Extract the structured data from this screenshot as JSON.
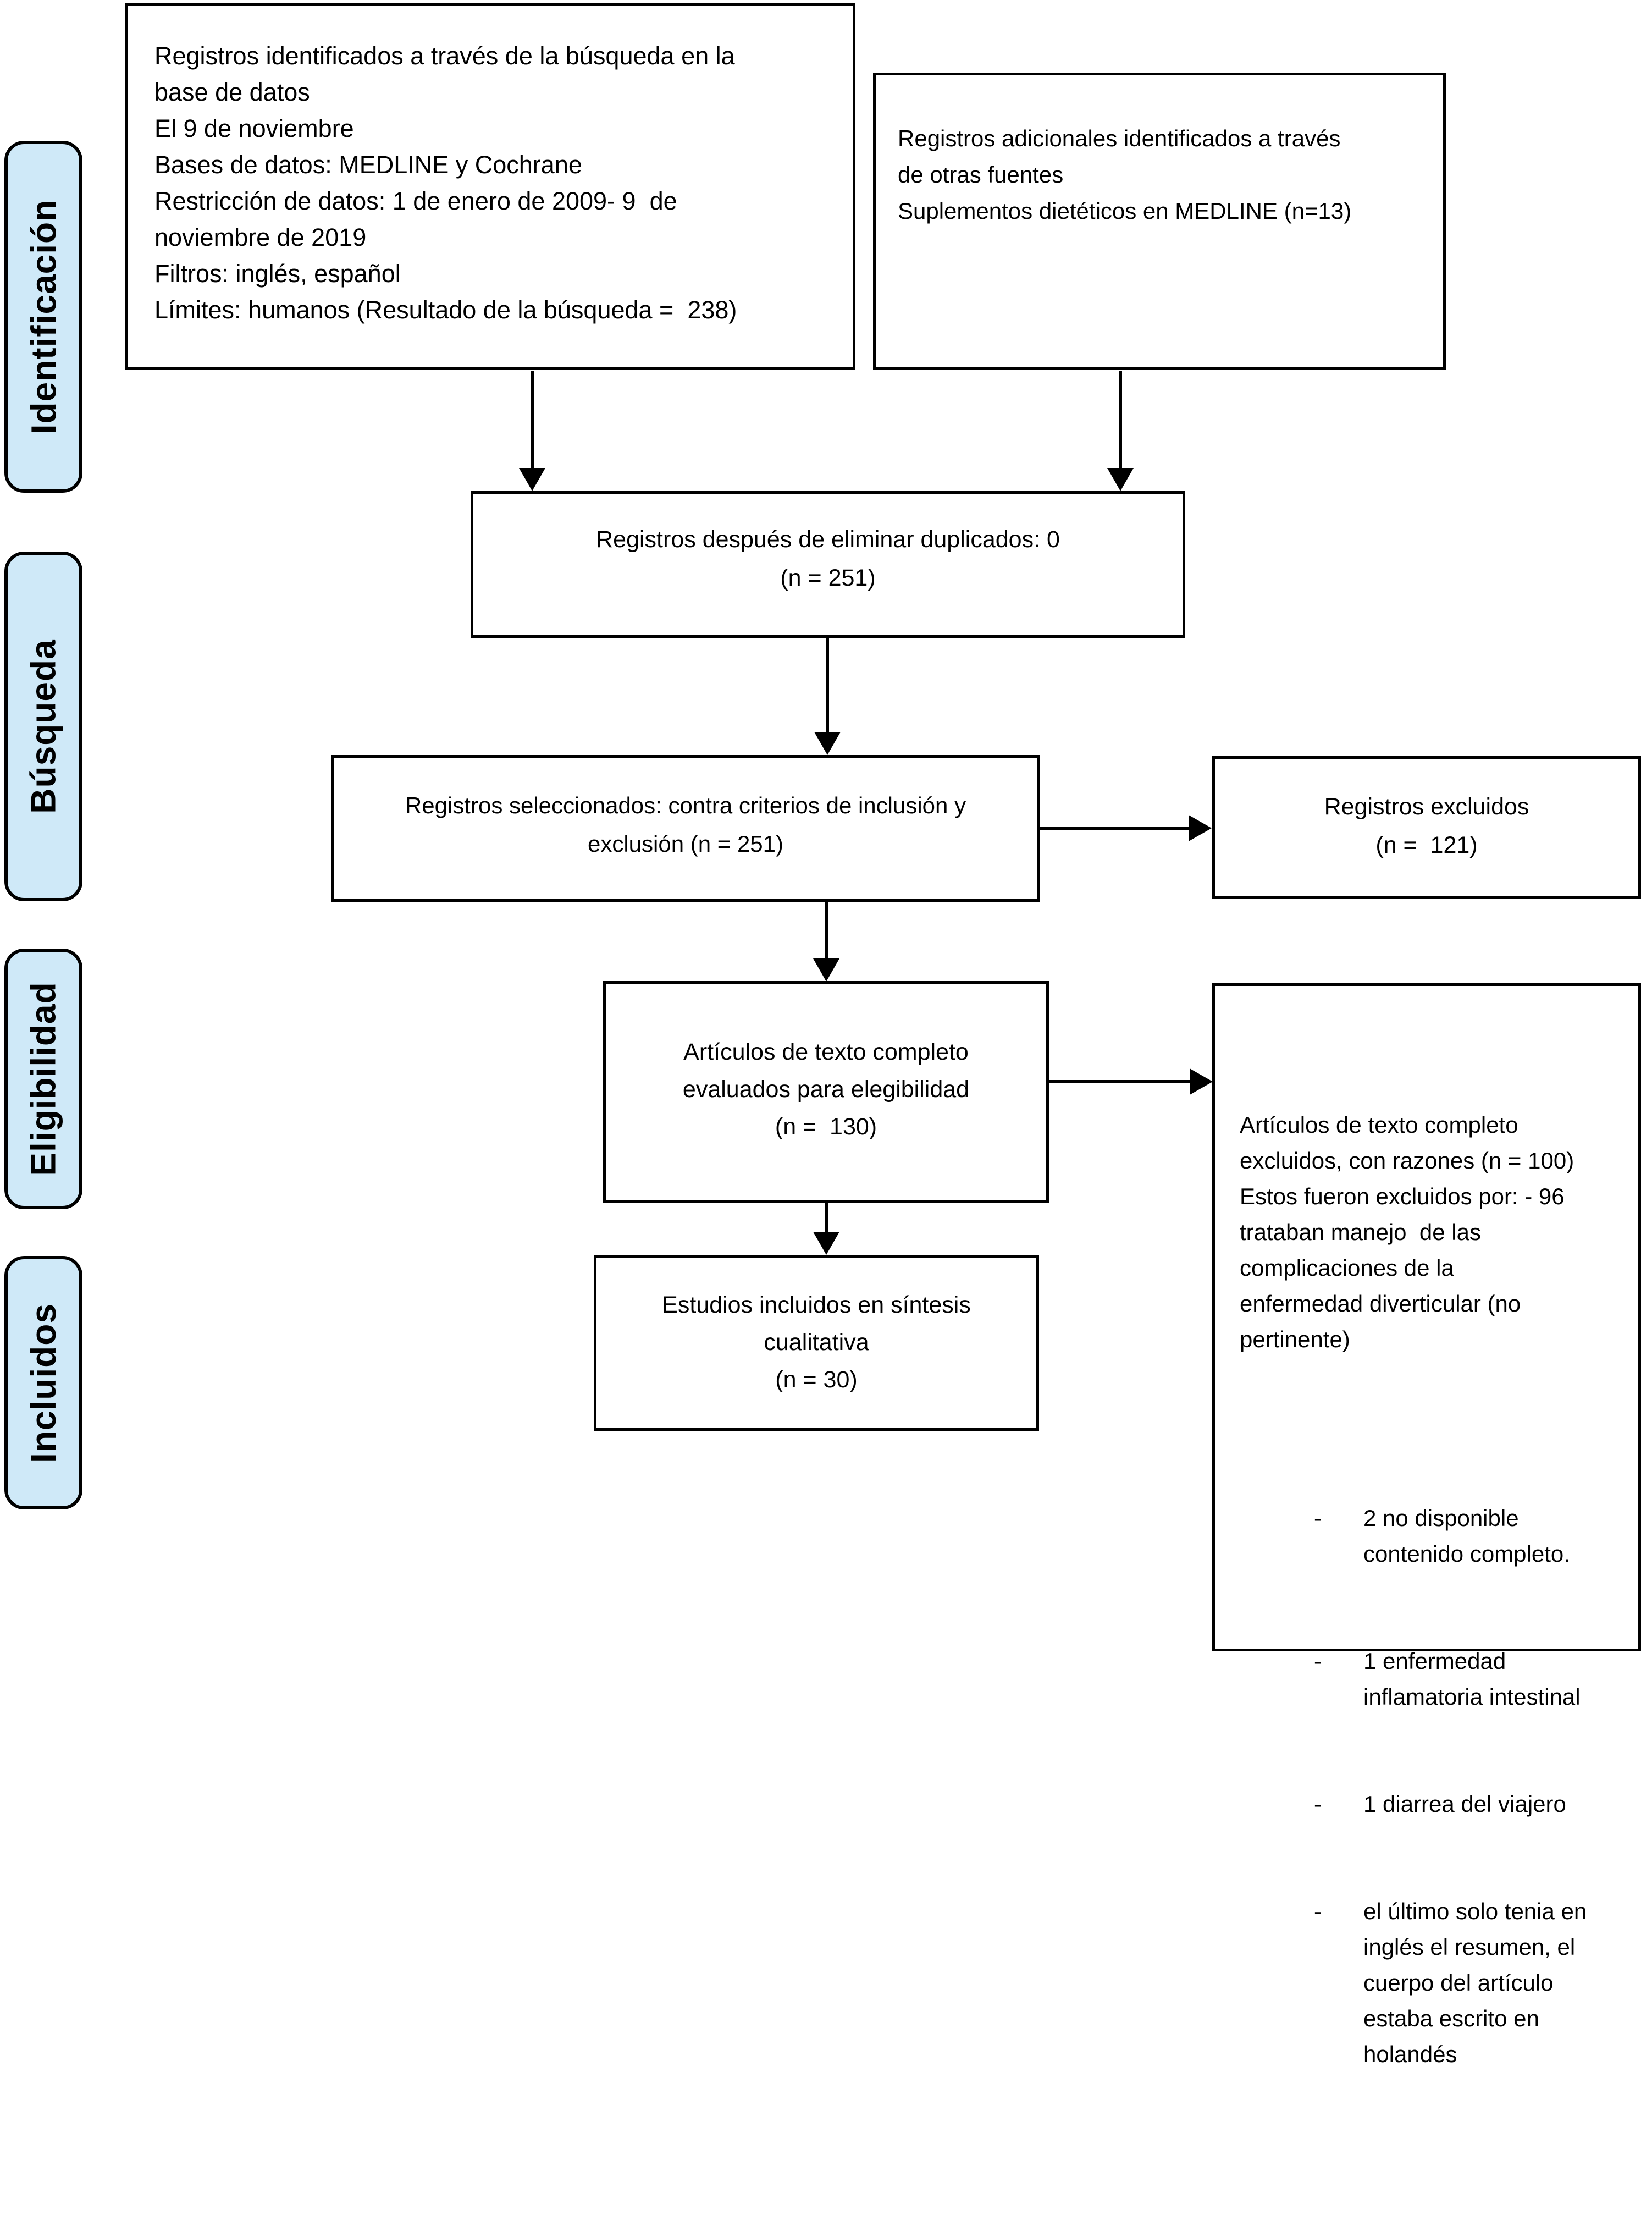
{
  "title": "Diagrama de flujo PRISMA de selección de estudios",
  "colors": {
    "stage_fill": "#cfe9f8",
    "box_border": "#000000",
    "background": "#ffffff"
  },
  "stages": [
    {
      "label": "Identificación"
    },
    {
      "label": "Búsqueda"
    },
    {
      "label": "Eligibilidad"
    },
    {
      "label": "Incluidos"
    }
  ],
  "boxes": {
    "identified_db": "Registros identificados a través de la búsqueda en la\nbase de datos\nEl 9 de noviembre\nBases de datos: MEDLINE y Cochrane\nRestricción de datos: 1 de enero de 2009- 9  de\nnoviembre de 2019\nFiltros: inglés, español\nLímites: humanos (Resultado de la búsqueda =  238)",
    "additional_sources": "Registros adicionales identificados a través\nde otras fuentes\nSuplementos dietéticos en MEDLINE (n=13)",
    "after_duplicates": "Registros después de eliminar duplicados: 0\n(n = 251)",
    "screened": "Registros seleccionados: contra criterios de inclusión y\nexclusión (n = 251)",
    "records_excluded": "Registros excluidos\n(n =  121)",
    "fulltext_assessed": "Artículos de texto completo\nevaluados para elegibilidad\n(n =  130)",
    "included_studies": "Estudios incluidos en síntesis\ncualitativa\n(n = 30)",
    "fulltext_excluded": {
      "paragraph": "Artículos de texto completo\nexcluidos, con razones (n = 100)\nEstos fueron excluidos por: - 96\ntrataban manejo  de las\ncomplicaciones de la\nenfermedad diverticular (no\npertinente)",
      "bullet_marker": "-",
      "bullets": [
        "2 no disponible\ncontenido completo.",
        "1 enfermedad\ninflamatoria intestinal",
        "1 diarrea del viajero",
        "el último solo tenia en\ninglés el resumen, el\ncuerpo del artículo\nestaba escrito en\nholandés"
      ]
    }
  }
}
